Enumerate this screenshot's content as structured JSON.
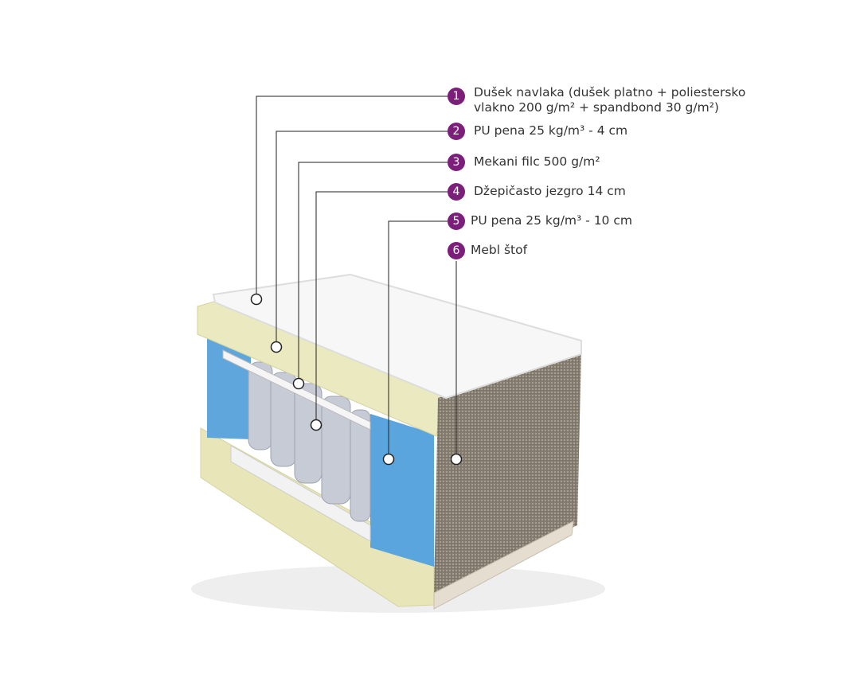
{
  "accent_color": "#7b1f7a",
  "layers": [
    {
      "number": "1",
      "line1": "Dušek navlaka (dušek platno + poliestersko",
      "line2": "vlakno 200 g/m² + spandbond 30 g/m²)"
    },
    {
      "number": "2",
      "line1": "PU pena 25 kg/m³ - 4 cm"
    },
    {
      "number": "3",
      "line1": "Mekani filc 500 g/m²"
    },
    {
      "number": "4",
      "line1": "Džepičasto jezgro 14 cm"
    },
    {
      "number": "5",
      "line1": "PU pena 25 kg/m³ - 10 cm"
    },
    {
      "number": "6",
      "line1": "Mebl štof"
    }
  ]
}
